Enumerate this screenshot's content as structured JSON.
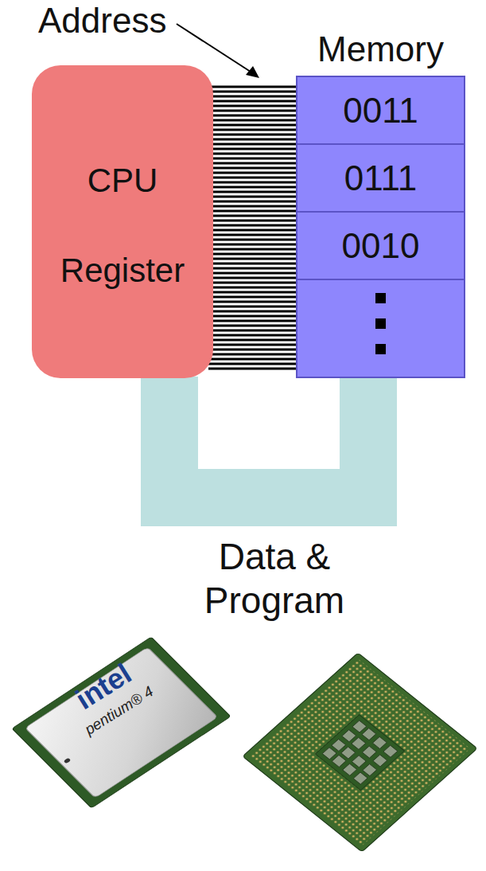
{
  "diagram": {
    "nodes": [
      {
        "text": [
          "CPU",
          "Register"
        ]
      },
      {
        "text": [
          "Memory"
        ]
      },
      {
        "text": [
          "0011"
        ],
        "in": 1
      },
      {
        "text": [
          "0111"
        ],
        "in": 1
      },
      {
        "text": [
          "0010"
        ],
        "in": 1
      }
    ],
    "edges": [
      {
        "from": 0,
        "to": 1,
        "arrow": "none",
        "label": "Address"
      },
      {
        "from": 0,
        "to": 1,
        "arrow": "none",
        "label": "Data & Program"
      }
    ],
    "labels": [
      "intel",
      "pentium® 4"
    ]
  }
}
